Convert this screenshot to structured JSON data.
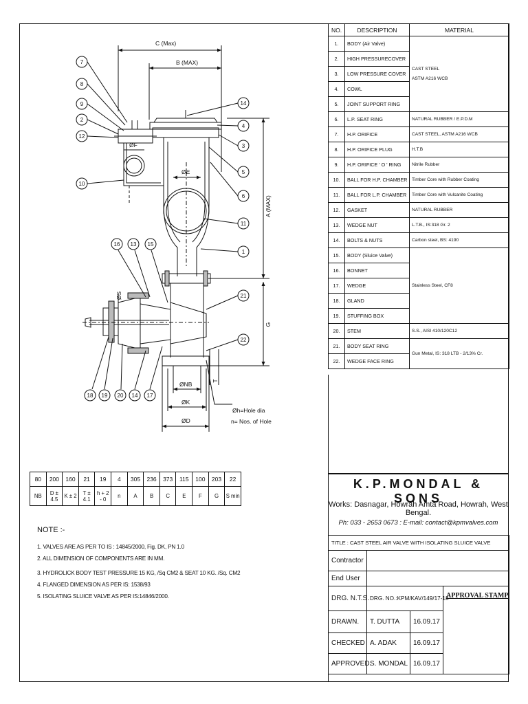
{
  "drawing": {
    "labels": {
      "c_max": "C (Max)",
      "b_max": "B (MAX)",
      "a_max": "A (MAX)",
      "g": "G",
      "t": "T",
      "phi_f": "ØF",
      "phi_e": "ØE",
      "phi_s": "ØS",
      "phi_nb": "ØNB",
      "phi_k": "ØK",
      "phi_d": "ØD",
      "hole_dia": "Øh=Hole dia",
      "hole_nos": "n= Nos. of Hole"
    },
    "balloons": [
      "7",
      "8",
      "9",
      "2",
      "12",
      "10",
      "14",
      "4",
      "3",
      "5",
      "6",
      "11",
      "1",
      "16",
      "13",
      "15",
      "21",
      "22",
      "18",
      "19",
      "20",
      "14",
      "17"
    ]
  },
  "parts": {
    "headers": [
      "NO.",
      "DESCRIPTION",
      "MATERIAL"
    ],
    "rows": [
      {
        "no": "1.",
        "desc": "BODY (Air Valve)"
      },
      {
        "no": "2.",
        "desc": "HIGH PRESSURECOVER"
      },
      {
        "no": "3.",
        "desc": "LOW PRESSURE COVER"
      },
      {
        "no": "4.",
        "desc": "COWL"
      },
      {
        "no": "5.",
        "desc": "JOINT SUPPORT RING"
      },
      {
        "no": "6.",
        "desc": "L.P. SEAT RING"
      },
      {
        "no": "7.",
        "desc": "H.P. ORIFICE"
      },
      {
        "no": "8.",
        "desc": "H.P. ORIFICE PLUG"
      },
      {
        "no": "9.",
        "desc": "H.P. ORIFICE ' O ' RING"
      },
      {
        "no": "10.",
        "desc": "BALL FOR H.P. CHAMBER"
      },
      {
        "no": "11.",
        "desc": "BALL FOR L.P. CHAMBER"
      },
      {
        "no": "12.",
        "desc": "GASKET"
      },
      {
        "no": "13.",
        "desc": "WEDGE NUT"
      },
      {
        "no": "14.",
        "desc": "BOLTS & NUTS"
      },
      {
        "no": "15.",
        "desc": "BODY (Sluice Valve)"
      },
      {
        "no": "16.",
        "desc": "BONNET"
      },
      {
        "no": "17.",
        "desc": "WEDGE"
      },
      {
        "no": "18.",
        "desc": "GLAND"
      },
      {
        "no": "19.",
        "desc": "STUFFING BOX"
      },
      {
        "no": "20.",
        "desc": "STEM"
      },
      {
        "no": "21.",
        "desc": "BODY SEAT RING"
      },
      {
        "no": "22.",
        "desc": "WEDGE FACE RING"
      }
    ],
    "materials": {
      "m1_5_a": "CAST STEEL",
      "m1_5_b": "ASTM A216 WCB",
      "m6": "NATURAL RUBBER / E.P.D.M",
      "m7": "CAST STEEL, ASTM A216 WCB",
      "m8": "H.T.B",
      "m9": "Nitrile Rubber",
      "m10": "Timber Core with Rubber Coating",
      "m11": "Timber Core with Vulcanite Coating",
      "m12": "NATURAL RUBBER",
      "m13": "L.T.B., IS:318 Gr. 2",
      "m14": "Carbon steel, BS: 4190",
      "m15_19": "Stainless Steel, CF8",
      "m20": "S.S., AISI 410/120C12",
      "m21_22": "Gun Metal, IS: 318 LTB - 2/13% Cr."
    }
  },
  "dimensions": {
    "values": [
      "80",
      "200",
      "160",
      "21",
      "19",
      "4",
      "305",
      "236",
      "373",
      "115",
      "100",
      "203",
      "22"
    ],
    "keys": [
      "NB",
      "D ± 4.5",
      "K ± 2",
      "T ± 4.1",
      "h + 2\n- 0",
      "n",
      "A",
      "B",
      "C",
      "E",
      "F",
      "G",
      "S min"
    ]
  },
  "notes": {
    "title": "NOTE :-",
    "lines": [
      "1. VALVES ARE AS PER TO IS : 14845/2000, Fig. DK, PN 1.0",
      "2. ALL DIMENSION OF COMPONENTS  ARE IN MM.",
      "3. HYDROLICK BODY TEST PRESSURE  15 KG, /Sq CM2 & SEAT 10 KG. /Sq. CM2",
      "4. FLANGED DIMENSION AS PER IS: 1538/93",
      "5. ISOLATING SLUICE VALVE AS PER IS:14846/2000."
    ]
  },
  "title_block": {
    "company": "K.P.MONDAL & SONS",
    "works": "Works: Dasnagar, Howrah Amta Road, Howrah, West Bengal.",
    "contact": "Ph: 033 - 2653 0673 : E-mail: contact@kpmvalves.com",
    "title": "TITLE : CAST STEEL AIR VALVE WITH ISOLATING SLUICE VALVE",
    "contractor": "Contractor",
    "end_user": "End User",
    "drg_nts": "DRG. N.T.S.",
    "drg_no": "DRG. NO.:KPM/KAV/149/17-18",
    "approval": "APPROVAL STAMP",
    "drawn_label": "DRAWN.",
    "drawn_by": "T. DUTTA",
    "drawn_date": "16.09.17",
    "checked_label": "CHECKED",
    "checked_by": "A. ADAK",
    "checked_date": "16.09.17",
    "approved_label": "APPROVED.",
    "approved_by": "S. MONDAL",
    "approved_date": "16.09.17"
  }
}
